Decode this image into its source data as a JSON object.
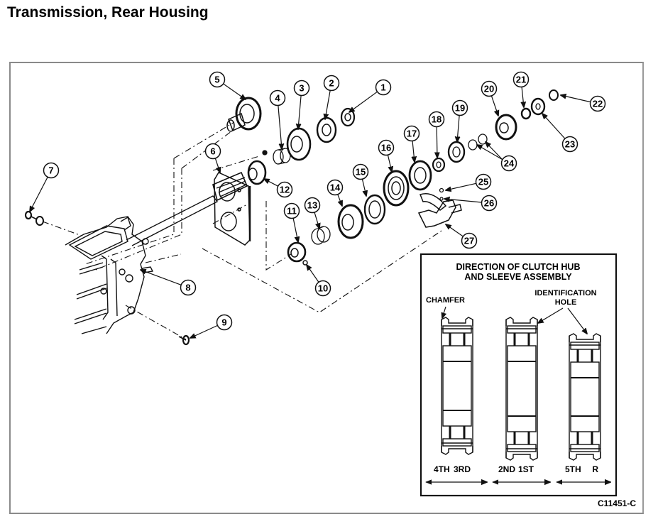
{
  "page": {
    "title": "Transmission, Rear Housing",
    "figure_id": "C11451-C"
  },
  "colors": {
    "frame": "#8a8a8a",
    "ink": "#111111",
    "background": "#ffffff"
  },
  "callouts": [
    {
      "id": "1",
      "label": "1"
    },
    {
      "id": "2",
      "label": "2"
    },
    {
      "id": "3",
      "label": "3"
    },
    {
      "id": "4",
      "label": "4"
    },
    {
      "id": "5",
      "label": "5"
    },
    {
      "id": "6",
      "label": "6"
    },
    {
      "id": "7",
      "label": "7"
    },
    {
      "id": "8",
      "label": "8"
    },
    {
      "id": "9",
      "label": "9"
    },
    {
      "id": "10",
      "label": "10"
    },
    {
      "id": "11",
      "label": "11"
    },
    {
      "id": "12",
      "label": "12"
    },
    {
      "id": "13",
      "label": "13"
    },
    {
      "id": "14",
      "label": "14"
    },
    {
      "id": "15",
      "label": "15"
    },
    {
      "id": "16",
      "label": "16"
    },
    {
      "id": "17",
      "label": "17"
    },
    {
      "id": "18",
      "label": "18"
    },
    {
      "id": "19",
      "label": "19"
    },
    {
      "id": "20",
      "label": "20"
    },
    {
      "id": "21",
      "label": "21"
    },
    {
      "id": "22",
      "label": "22"
    },
    {
      "id": "23",
      "label": "23"
    },
    {
      "id": "24",
      "label": "24"
    },
    {
      "id": "25",
      "label": "25"
    },
    {
      "id": "26",
      "label": "26"
    },
    {
      "id": "27",
      "label": "27"
    }
  ],
  "inset": {
    "title_line1": "DIRECTION OF CLUTCH HUB",
    "title_line2": "AND SLEEVE ASSEMBLY",
    "chamfer_label": "CHAMFER",
    "ident_line1": "IDENTIFICATION",
    "ident_line2": "HOLE",
    "sleeves": [
      {
        "left_label": "4TH",
        "right_label": "3RD"
      },
      {
        "left_label": "2ND",
        "right_label": "1ST"
      },
      {
        "left_label": "5TH",
        "right_label": "R"
      }
    ]
  }
}
